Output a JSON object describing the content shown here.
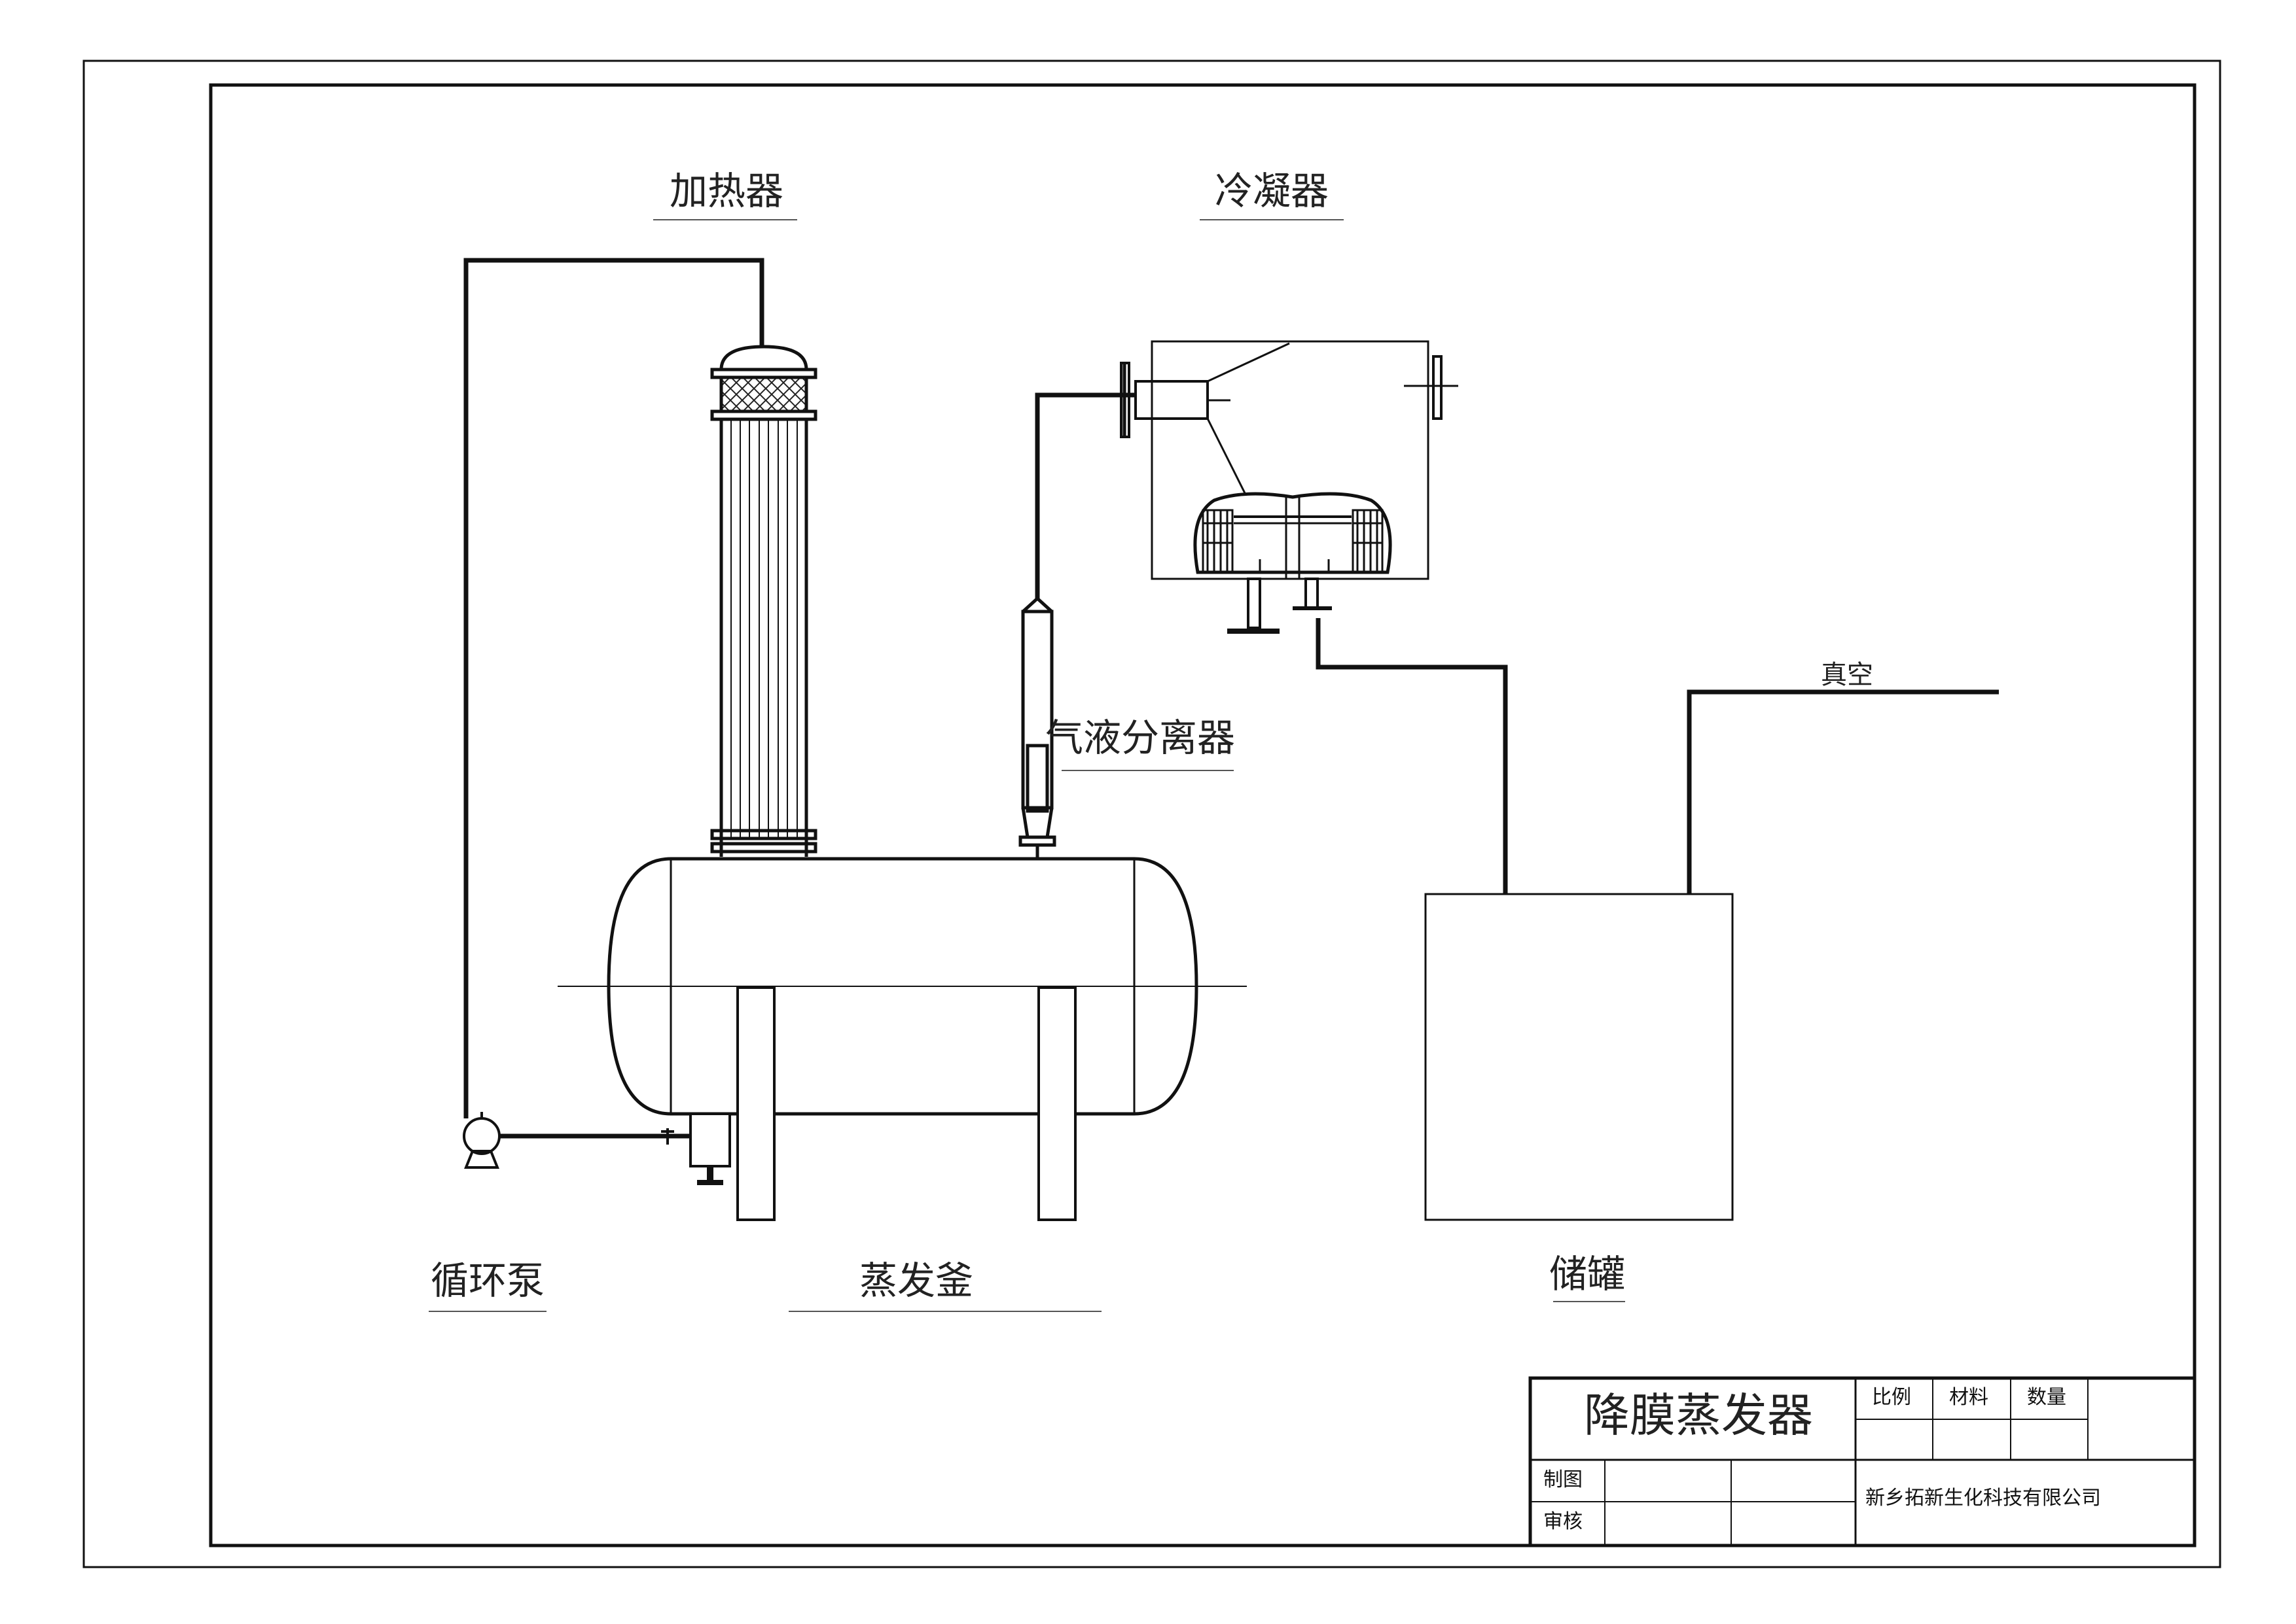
{
  "labels": {
    "heater": "加热器",
    "condenser": "冷凝器",
    "separator": "气液分离器",
    "vacuum": "真空",
    "pump": "循环泵",
    "evaporator": "蒸发釜",
    "storage": "储罐"
  },
  "title_block": {
    "title": "降膜蒸发器",
    "scale": "比例",
    "material": "材料",
    "quantity": "数量",
    "drawn": "制图",
    "checked": "审核",
    "company": "新乡拓新生化科技有限公司"
  }
}
